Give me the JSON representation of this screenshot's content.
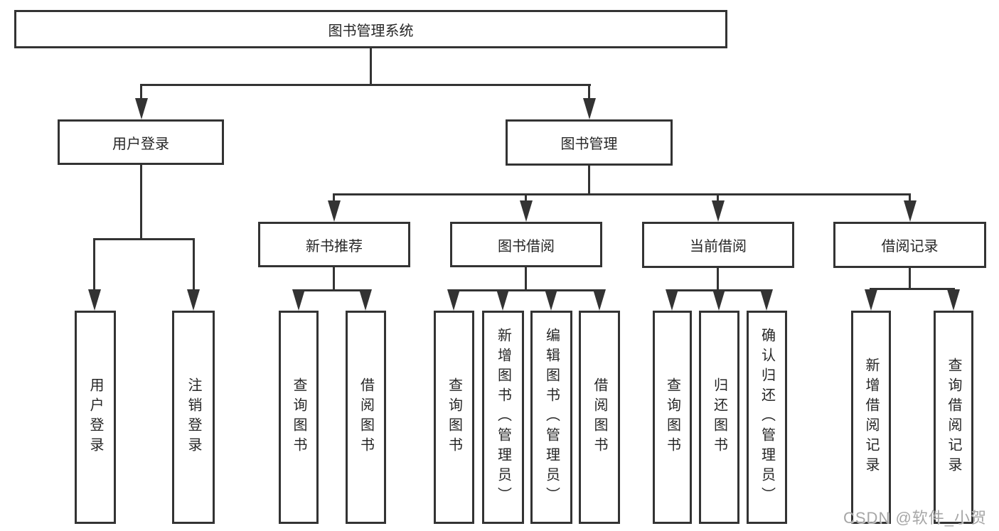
{
  "tree": {
    "root": "图书管理系统",
    "user": {
      "label": "用户登录",
      "leaves": [
        "用户登录",
        "注销登录"
      ]
    },
    "book": {
      "label": "图书管理",
      "groups": [
        {
          "label": "新书推荐",
          "leaves": [
            "查询图书",
            "借阅图书"
          ]
        },
        {
          "label": "图书借阅",
          "leaves": [
            "查询图书",
            "新增图书（管理员）",
            "编辑图书（管理员）",
            "借阅图书"
          ]
        },
        {
          "label": "当前借阅",
          "leaves": [
            "查询图书",
            "归还图书",
            "确认归还（管理员）"
          ]
        },
        {
          "label": "借阅记录",
          "leaves": [
            "新增借阅记录",
            "查询借阅记录"
          ]
        }
      ]
    }
  },
  "watermark": "CSDN @软件_小贺同学",
  "colors": {
    "line": "#333333",
    "text": "#262626",
    "background": "#ffffff",
    "watermark": "#a6a6a6"
  }
}
